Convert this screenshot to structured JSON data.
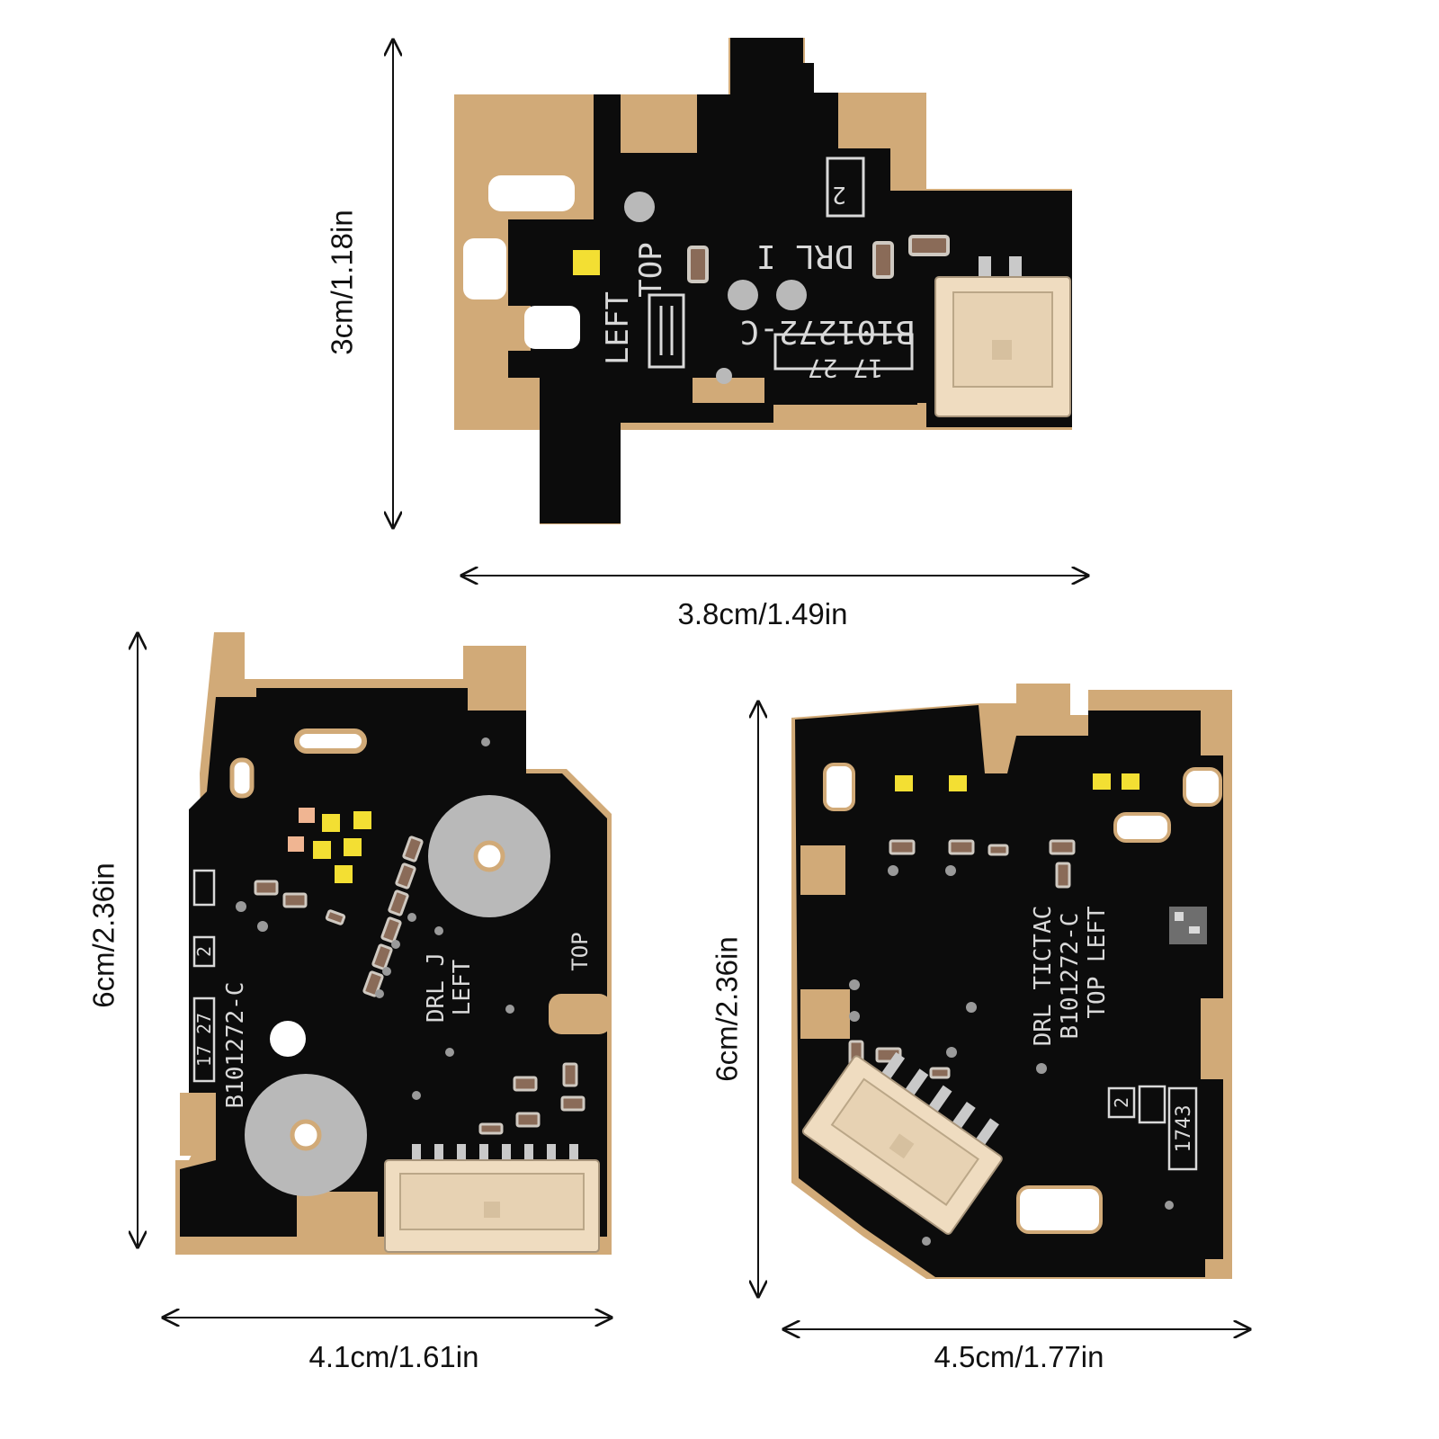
{
  "colors": {
    "background": "#ffffff",
    "pcb_black": "#0c0c0c",
    "pcb_copper": "#d1aa78",
    "silkscreen": "#d9d9d9",
    "connector": "#efdcc0",
    "pad_silver": "#b9b9b9",
    "led_yellow": "#f3df33",
    "led_amber": "#f0b592",
    "dimension_line": "#111111"
  },
  "dimensions": {
    "top_height": "3cm/1.18in",
    "top_width": "3.8cm/1.49in",
    "left_height": "6cm/2.36in",
    "left_width": "4.1cm/1.61in",
    "right_height": "6cm/2.36in",
    "right_width": "4.5cm/1.77in"
  },
  "boards": {
    "top": {
      "drl": "DRL I",
      "part_number": "B101272-C",
      "date_code": "17 27",
      "number": "2",
      "label_top": "TOP",
      "label_left": "LEFT"
    },
    "left": {
      "drl": "DRL J",
      "side": "LEFT",
      "label_top": "TOP",
      "part_number": "B101272-C",
      "date_code": "17 27",
      "number": "2"
    },
    "right": {
      "drl": "DRL TICTAC",
      "part_number": "B101272-C",
      "label_top_left": "TOP LEFT",
      "number": "2",
      "date_code": "1743"
    }
  }
}
